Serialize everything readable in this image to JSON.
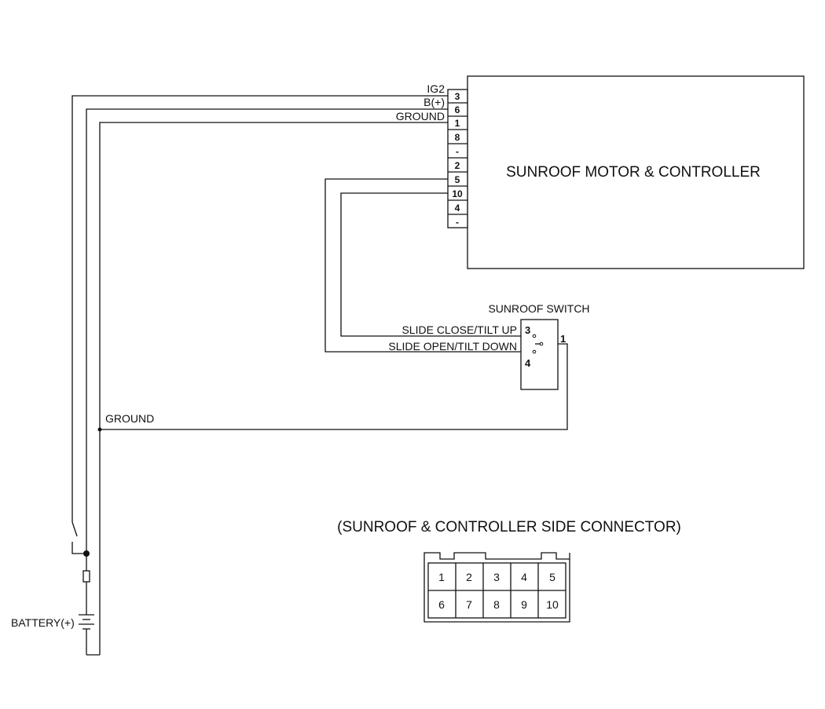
{
  "controller": {
    "title": "SUNROOF MOTOR & CONTROLLER",
    "pins": [
      "3",
      "6",
      "1",
      "8",
      "-",
      "2",
      "5",
      "10",
      "4",
      "-"
    ]
  },
  "wires": {
    "ig2": "IG2",
    "bplus": "B(+)",
    "ground_top": "GROUND",
    "ground_mid": "GROUND"
  },
  "switch": {
    "title": "SUNROOF SWITCH",
    "slide_close": "SLIDE CLOSE/TILT UP",
    "slide_open": "SLIDE OPEN/TILT DOWN",
    "pin3": "3",
    "pin4": "4",
    "pin1": "1"
  },
  "battery": {
    "label": "BATTERY(+)"
  },
  "connector": {
    "title": "(SUNROOF & CONTROLLER SIDE CONNECTOR)",
    "row1": [
      "1",
      "2",
      "3",
      "4",
      "5"
    ],
    "row2": [
      "6",
      "7",
      "8",
      "9",
      "10"
    ]
  }
}
